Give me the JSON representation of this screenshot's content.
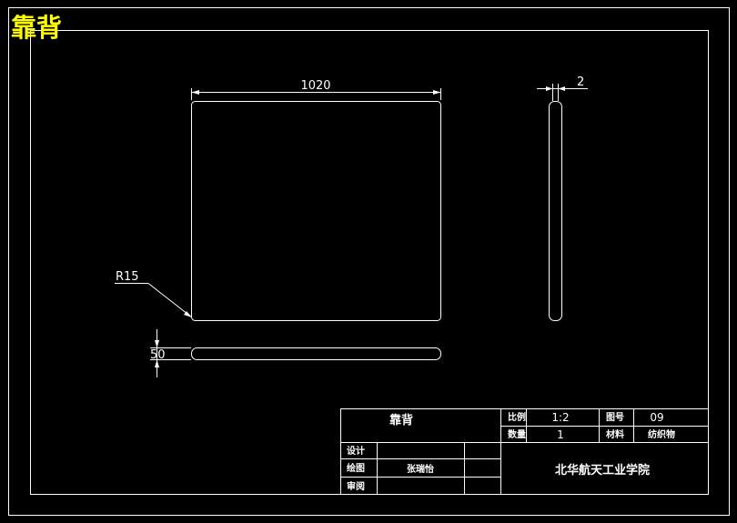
{
  "title": "靠背",
  "colors": {
    "background": "#000000",
    "lines": "#ffffff",
    "title": "#ffff00"
  },
  "dimensions": {
    "width": "1020",
    "thickness": "2",
    "corner_radius": "R15",
    "edge_height": "50"
  },
  "title_block": {
    "part_name": "靠背",
    "scale_label": "比例",
    "scale_value": "1:2",
    "drawing_no_label": "图号",
    "drawing_no_value": "09",
    "quantity_label": "数量",
    "quantity_value": "1",
    "material_label": "材料",
    "material_value": "纺织物",
    "design_label": "设计",
    "drawn_label": "绘图",
    "drawn_by": "张瑞怡",
    "review_label": "审阅",
    "institution": "北华航天工业学院"
  }
}
